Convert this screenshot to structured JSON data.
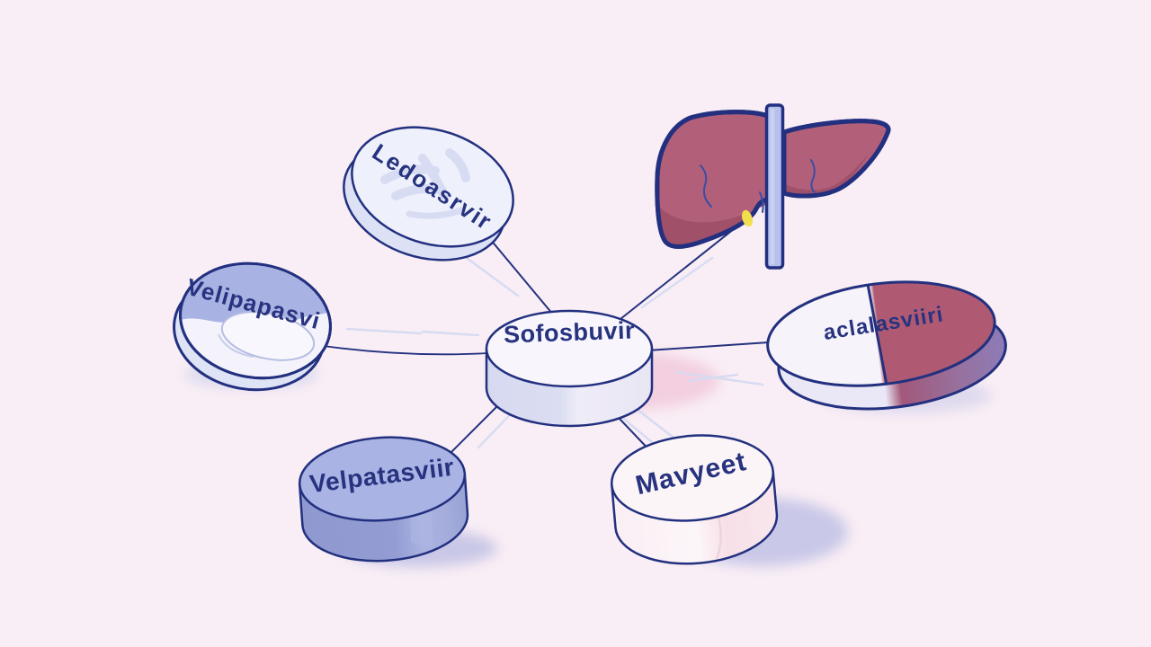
{
  "scene": {
    "title": "Hepatitis C antiviral drugs concept illustration",
    "colors": {
      "background": "#f9eef5",
      "outline": "#22307f",
      "label_text": "#27337f",
      "liver_fill": "#b2607a",
      "liver_shade": "#a1506a",
      "capsule_red": "#af5a72",
      "periwinkle_pill": "#a9b3e4",
      "bar_fill": "#b7c0ec",
      "marker_yellow": "#f1df4e",
      "connector": "#24317f",
      "sketch_stroke": "#d4daf2"
    }
  },
  "nodes": {
    "center": {
      "label": "Sofosbuvir",
      "shape": "round white tablet"
    },
    "top": {
      "label": "Ledoasrvir",
      "shape": "tilted white oval pill"
    },
    "left": {
      "label": "Velipapasvi",
      "shape": "blue and white round pill"
    },
    "bottom_left": {
      "label": "Velpatasviir",
      "shape": "periwinkle round tablet"
    },
    "bottom_center": {
      "label": "Mavyeet",
      "shape": "white round tablet"
    },
    "right": {
      "label": "aclalasviiri",
      "shape": "white and red capsule"
    },
    "liver": {
      "label": "",
      "shape": "red liver with vertical stand bar and yellow marker dot"
    }
  },
  "connections": [
    {
      "from": "center",
      "to": "top"
    },
    {
      "from": "center",
      "to": "left"
    },
    {
      "from": "center",
      "to": "right"
    },
    {
      "from": "center",
      "to": "bottom_left"
    },
    {
      "from": "center",
      "to": "bottom_center"
    },
    {
      "from": "center",
      "to": "liver"
    }
  ]
}
